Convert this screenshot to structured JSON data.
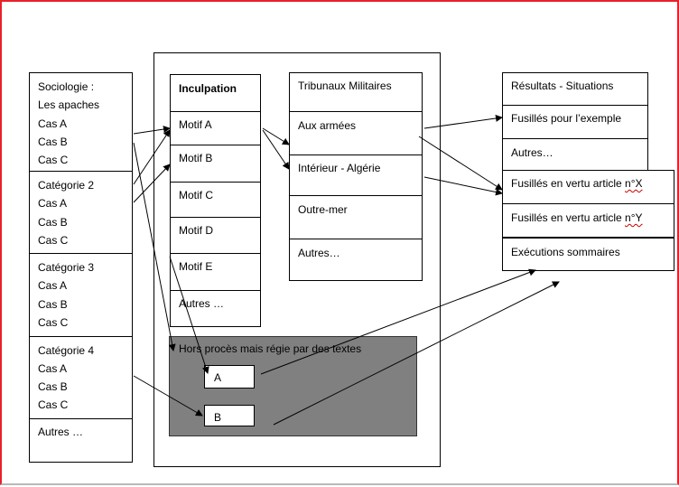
{
  "colors": {
    "frame_border": "#e8202a",
    "gray_area": "#808080",
    "stroke": "#000000",
    "spellcheck": "#cc0000"
  },
  "sociology": {
    "header_line1": "Sociologie :",
    "header_line2": "Les apaches",
    "group1_items": [
      "Cas A",
      "Cas B",
      "Cas C"
    ],
    "group2_title": "Catégorie 2",
    "group2_items": [
      "Cas A",
      "Cas B",
      "Cas C"
    ],
    "group3_title": "Catégorie 3",
    "group3_items": [
      "Cas A",
      "Cas B",
      "Cas C"
    ],
    "group4_title": "Catégorie 4",
    "group4_items": [
      "Cas A",
      "Cas B",
      "Cas C"
    ],
    "others": "Autres …"
  },
  "inculpation": {
    "header": "Inculpation",
    "items": [
      "Motif A",
      "Motif B",
      "Motif C",
      "Motif D",
      "Motif E",
      "Autres …"
    ]
  },
  "tribunals": {
    "header": "Tribunaux Militaires",
    "items": [
      "Aux armées",
      "Intérieur - Algérie",
      "Outre-mer",
      "Autres…"
    ]
  },
  "results": {
    "header": "Résultats - Situations",
    "items": [
      "Fusillés pour l’exemple",
      "Autres…"
    ],
    "article_prefix": "Fusillés en vertu article ",
    "article_x_num": "n°X",
    "article_y_num": "n°Y",
    "summary": "Exécutions sommaires"
  },
  "outside_trial": {
    "label": "Hors procès mais régie par des textes",
    "box_a": "A",
    "box_b": "B"
  }
}
